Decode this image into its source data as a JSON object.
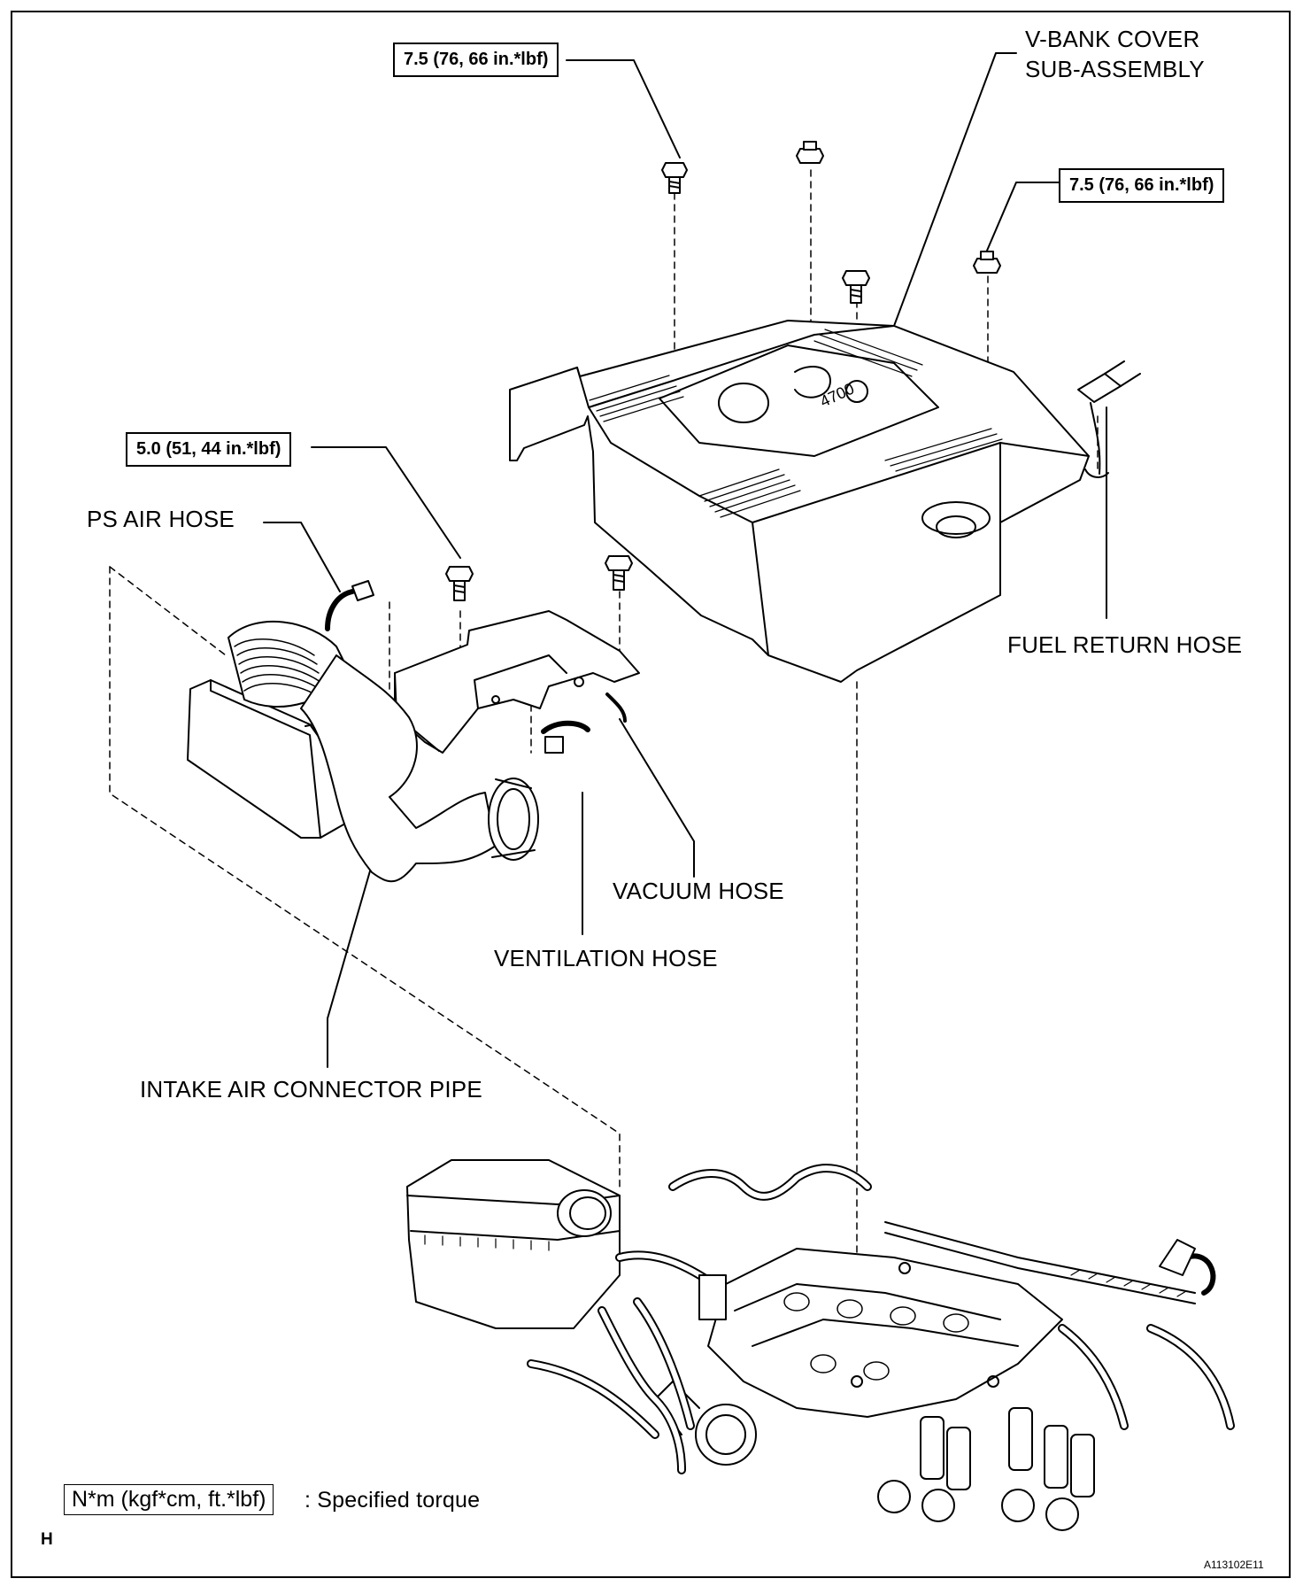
{
  "torque_specs": {
    "bolt_top_left": "7.5 (76, 66 in.*lbf)",
    "bolt_top_right": "7.5 (76, 66 in.*lbf)",
    "bolt_intake": "5.0 (51, 44 in.*lbf)"
  },
  "labels": {
    "v_bank_cover_line1": "V-BANK COVER",
    "v_bank_cover_line2": "SUB-ASSEMBLY",
    "ps_air_hose": "PS AIR HOSE",
    "fuel_return_hose": "FUEL RETURN HOSE",
    "vacuum_hose": "VACUUM HOSE",
    "ventilation_hose": "VENTILATION HOSE",
    "intake_air_connector_pipe": "INTAKE AIR CONNECTOR PIPE"
  },
  "legend": {
    "unit_box": "N*m (kgf*cm, ft.*lbf)",
    "description": ": Specified torque"
  },
  "footer": {
    "corner_letter": "H",
    "figure_id": "A113102E11"
  },
  "cover_emblem": "4700"
}
